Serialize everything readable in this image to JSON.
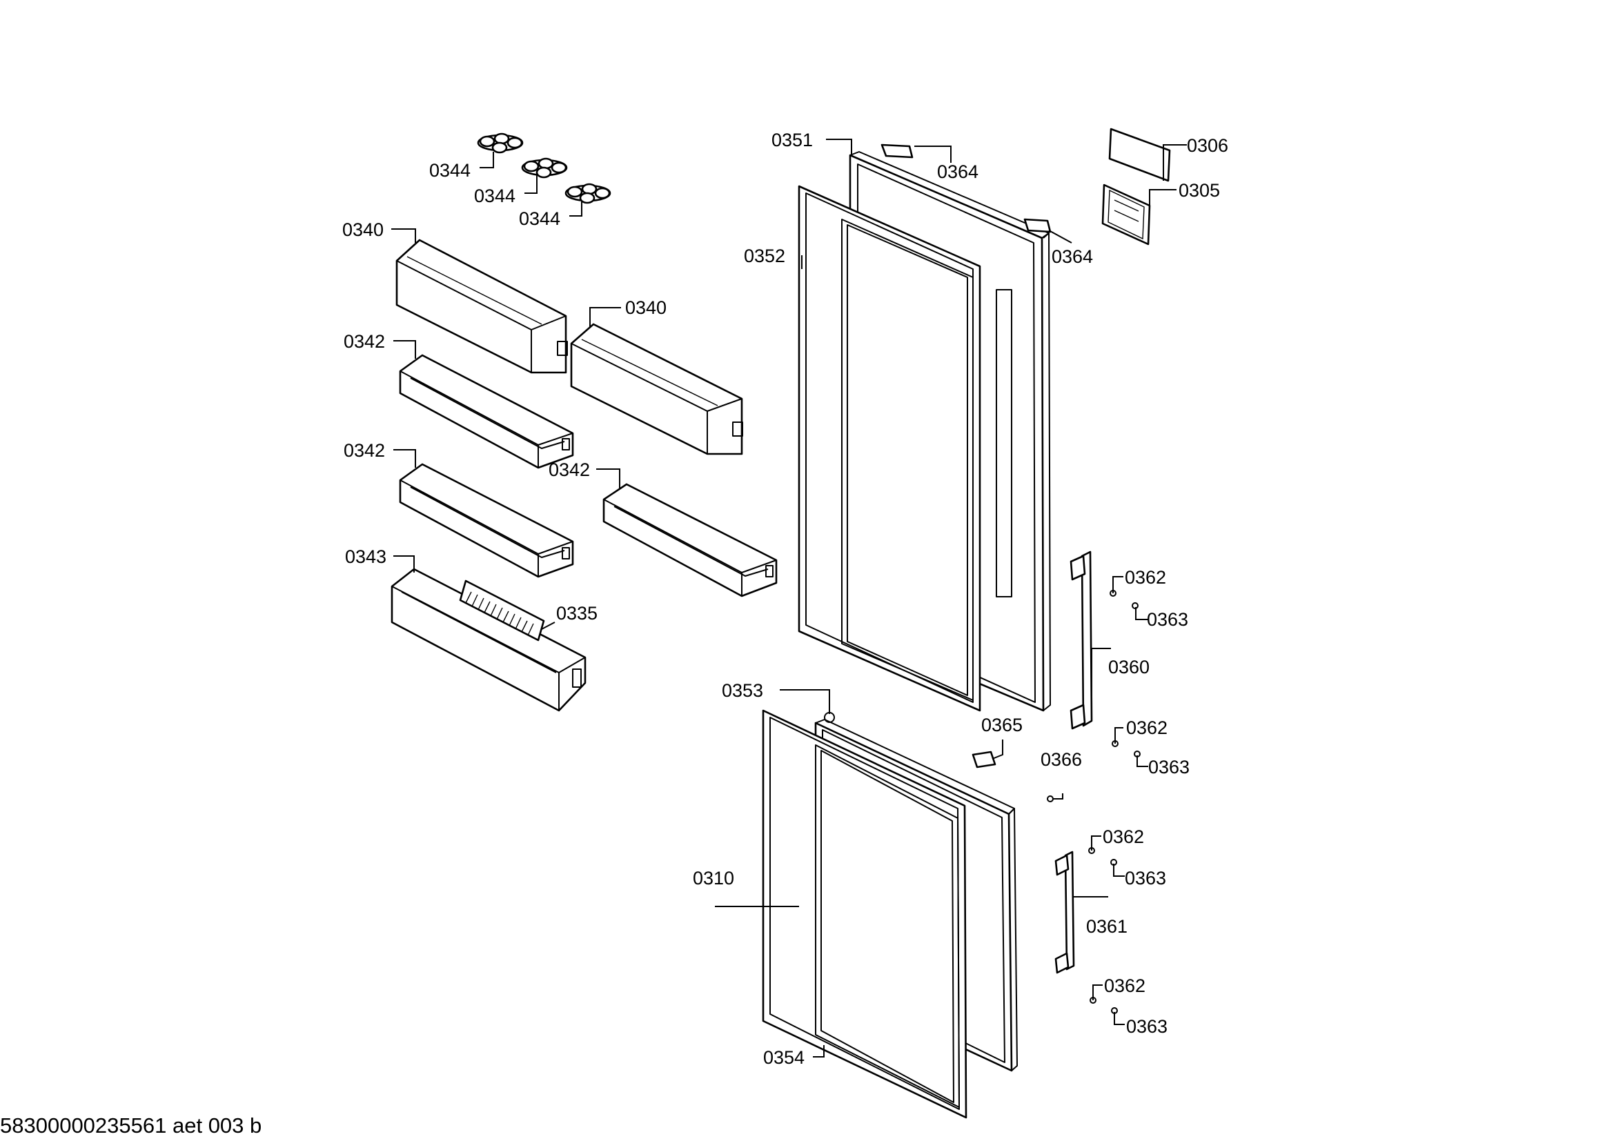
{
  "labels": {
    "p0344a": "0344",
    "p0344b": "0344",
    "p0344c": "0344",
    "p0340a": "0340",
    "p0340b": "0340",
    "p0342a": "0342",
    "p0342b": "0342",
    "p0342c": "0342",
    "p0343": "0343",
    "p0335": "0335",
    "p0351": "0351",
    "p0364a": "0364",
    "p0364b": "0364",
    "p0306": "0306",
    "p0305": "0305",
    "p0352": "0352",
    "p0362a": "0362",
    "p0363a": "0363",
    "p0360": "0360",
    "p0353": "0353",
    "p0365": "0365",
    "p0362b": "0362",
    "p0363b": "0363",
    "p0366": "0366",
    "p0362c": "0362",
    "p0363c": "0363",
    "p0310": "0310",
    "p0361": "0361",
    "p0362d": "0362",
    "p0363d": "0363",
    "p0354": "0354"
  },
  "footer": "58300000235561 aet 003 b"
}
